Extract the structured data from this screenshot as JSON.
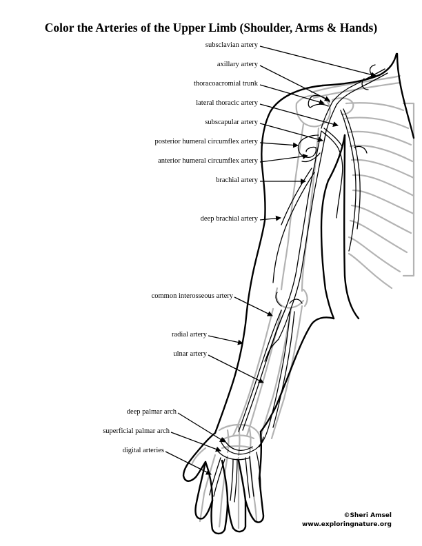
{
  "title": "Color the Arteries of the Upper Limb (Shoulder, Arms & Hands)",
  "labels": {
    "subclavian": "subsclavian artery",
    "axillary": "axillary artery",
    "thoracoacromial": "thoracoacromial trunk",
    "lateral_thoracic": "lateral thoracic artery",
    "subscapular": "subscapular artery",
    "posterior_humeral": "posterior humeral circumflex artery",
    "anterior_humeral": "anterior humeral circumflex artery",
    "brachial": "brachial artery",
    "deep_brachial": "deep brachial artery",
    "common_interosseous": "common interosseous artery",
    "radial": "radial artery",
    "ulnar": "ulnar artery",
    "deep_palmar": "deep palmar arch",
    "superficial_palmar": "superficial palmar arch",
    "digital": "digital arteries"
  },
  "credit": {
    "author": "©Sheri Amsel",
    "website": "www.exploringnature.org"
  },
  "colors": {
    "outline": "#000000",
    "bone": "#b3b3b3",
    "background": "#ffffff"
  }
}
